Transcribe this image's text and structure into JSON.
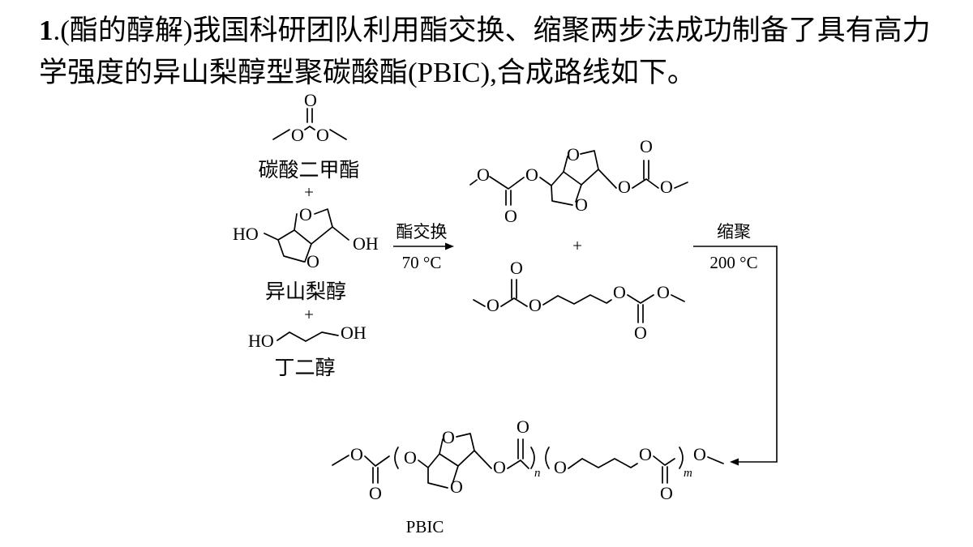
{
  "question": {
    "number": "1",
    "text": ".(酯的醇解)我国科研团队利用酯交换、缩聚两步法成功制备了具有高力学强度的异山梨醇型聚碳酸酯(PBIC),合成路线如下。"
  },
  "scheme": {
    "reactants": {
      "dmc_name": "碳酸二甲酯",
      "plus1": "+",
      "isosorbide_name": "异山梨醇",
      "plus2": "+",
      "butanediol_name": "丁二醇"
    },
    "step1": {
      "reagent": "酯交换",
      "condition": "70 °C"
    },
    "intermediates": {
      "plus": "+"
    },
    "step2": {
      "reagent": "缩聚",
      "condition": "200 °C"
    },
    "product": {
      "name": "PBIC",
      "subscript_n": "n",
      "subscript_m": "m"
    },
    "atoms": {
      "O": "O",
      "HO": "HO",
      "OH": "OH"
    }
  }
}
